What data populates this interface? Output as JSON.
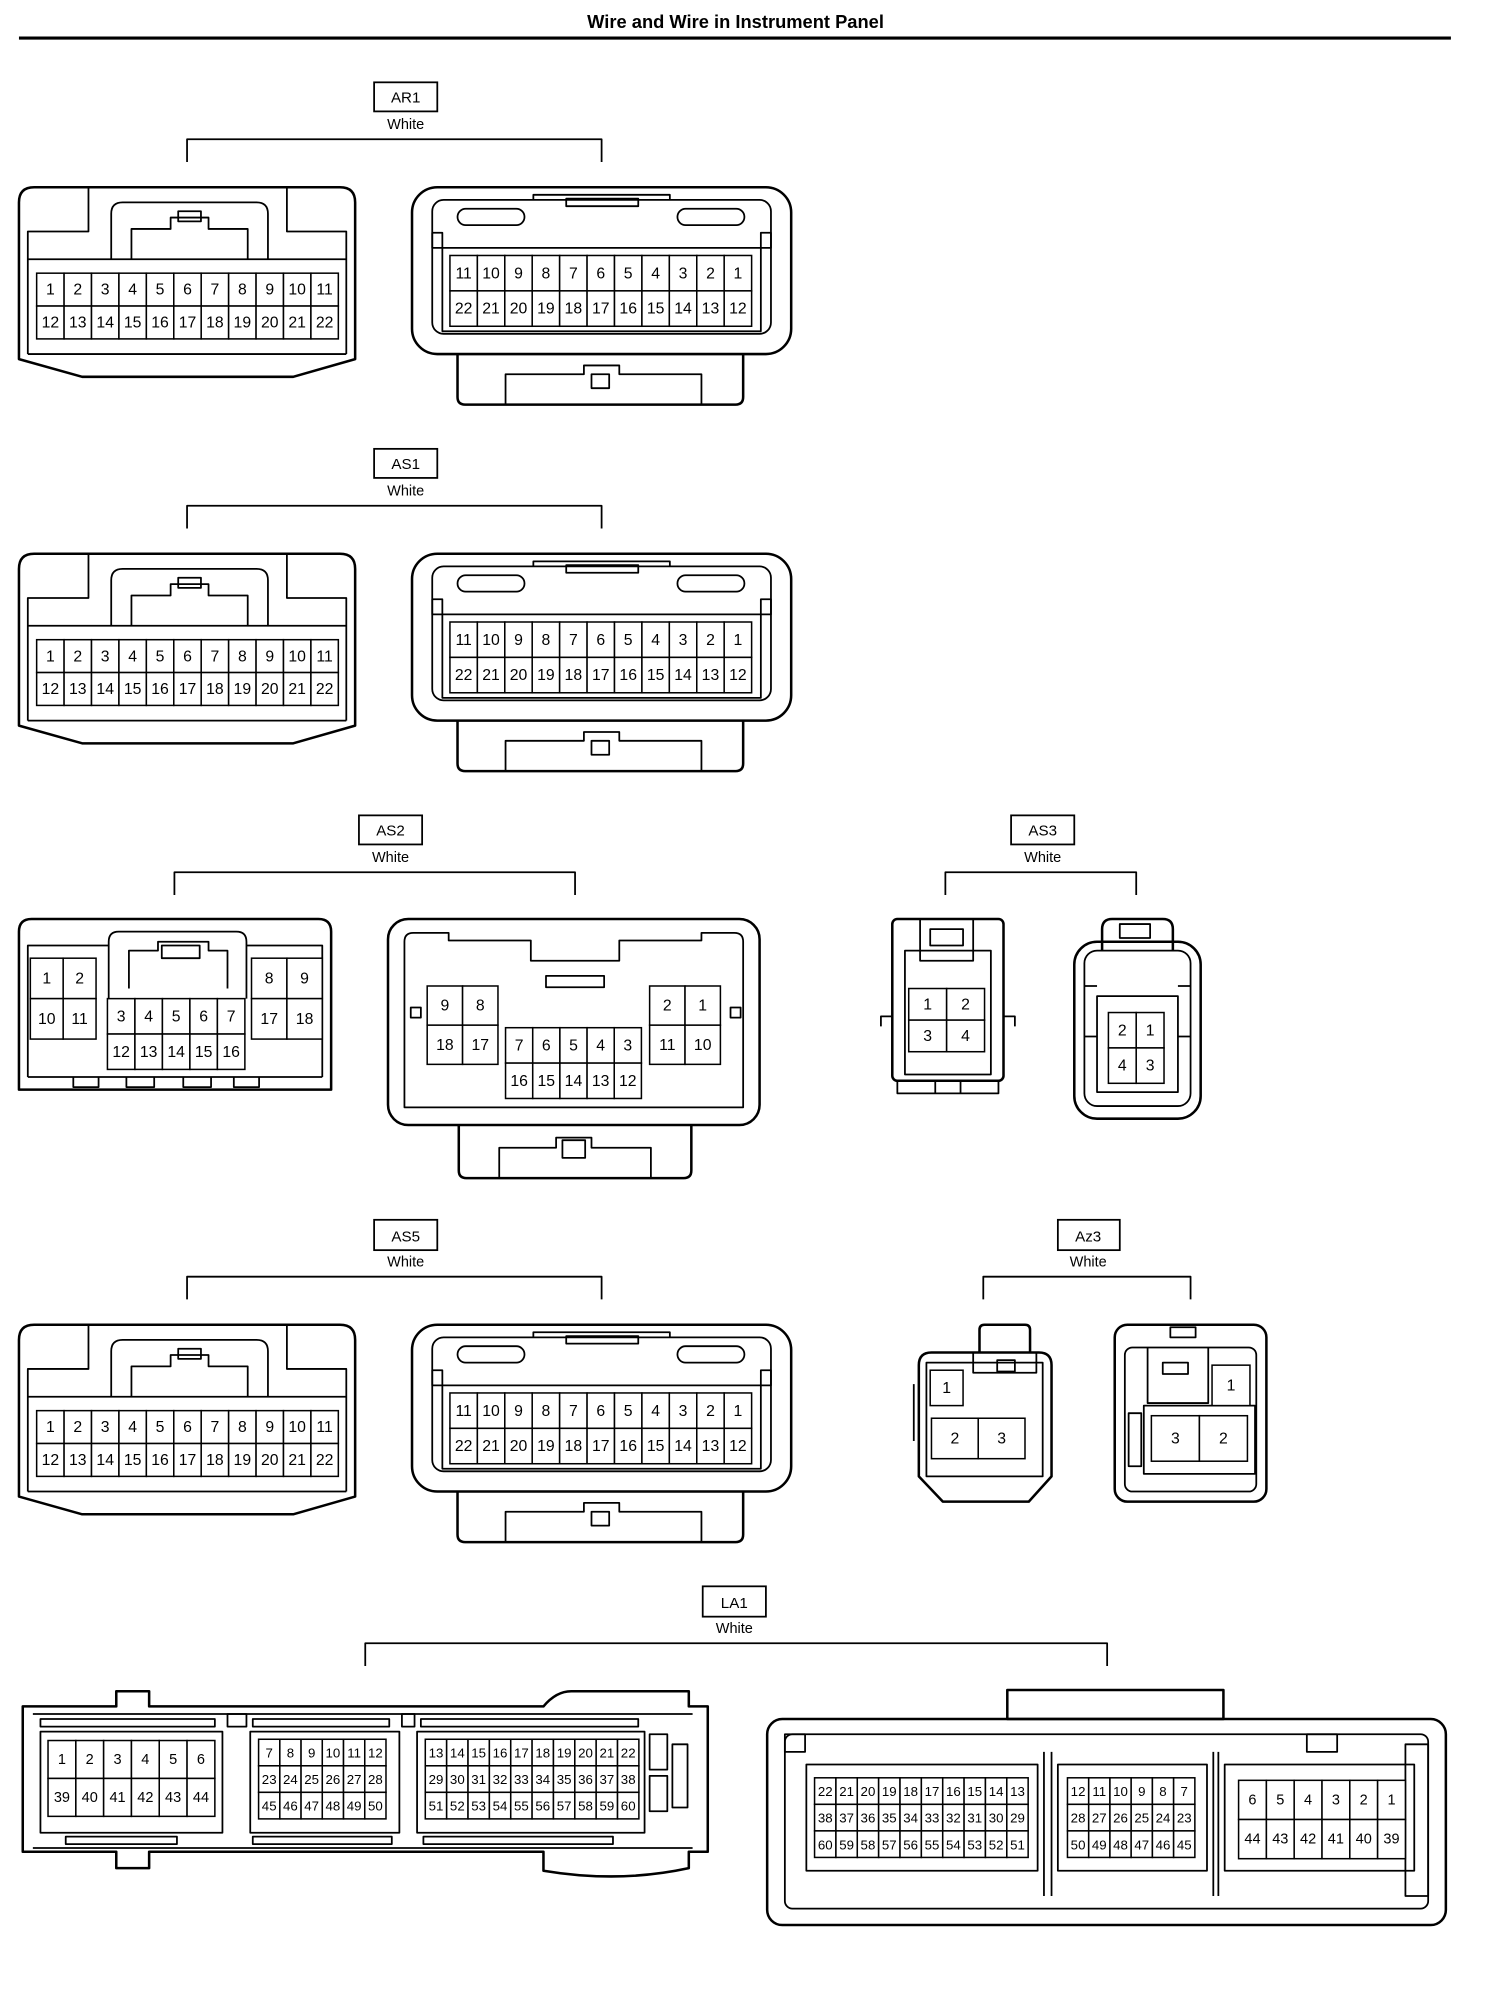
{
  "title": "Wire and Wire in Instrument Panel",
  "connectors": [
    {
      "code": "AR1",
      "color": "White",
      "views": [
        {
          "blocks": [
            {
              "rows": [
                [
                  "1",
                  "2",
                  "3",
                  "4",
                  "5",
                  "6",
                  "7",
                  "8",
                  "9",
                  "10",
                  "11"
                ],
                [
                  "12",
                  "13",
                  "14",
                  "15",
                  "16",
                  "17",
                  "18",
                  "19",
                  "20",
                  "21",
                  "22"
                ]
              ]
            }
          ]
        },
        {
          "blocks": [
            {
              "rows": [
                [
                  "11",
                  "10",
                  "9",
                  "8",
                  "7",
                  "6",
                  "5",
                  "4",
                  "3",
                  "2",
                  "1"
                ],
                [
                  "22",
                  "21",
                  "20",
                  "19",
                  "18",
                  "17",
                  "16",
                  "15",
                  "14",
                  "13",
                  "12"
                ]
              ]
            }
          ]
        }
      ]
    },
    {
      "code": "AS1",
      "color": "White",
      "views": [
        {
          "blocks": [
            {
              "rows": [
                [
                  "1",
                  "2",
                  "3",
                  "4",
                  "5",
                  "6",
                  "7",
                  "8",
                  "9",
                  "10",
                  "11"
                ],
                [
                  "12",
                  "13",
                  "14",
                  "15",
                  "16",
                  "17",
                  "18",
                  "19",
                  "20",
                  "21",
                  "22"
                ]
              ]
            }
          ]
        },
        {
          "blocks": [
            {
              "rows": [
                [
                  "11",
                  "10",
                  "9",
                  "8",
                  "7",
                  "6",
                  "5",
                  "4",
                  "3",
                  "2",
                  "1"
                ],
                [
                  "22",
                  "21",
                  "20",
                  "19",
                  "18",
                  "17",
                  "16",
                  "15",
                  "14",
                  "13",
                  "12"
                ]
              ]
            }
          ]
        }
      ]
    },
    {
      "code": "AS2",
      "color": "White",
      "views": [
        {
          "blocks": [
            {
              "rows": [
                [
                  "1",
                  "2"
                ],
                [
                  "10",
                  "11"
                ]
              ]
            },
            {
              "rows": [
                [
                  "3",
                  "4",
                  "5",
                  "6",
                  "7"
                ],
                [
                  "12",
                  "13",
                  "14",
                  "15",
                  "16"
                ]
              ]
            },
            {
              "rows": [
                [
                  "8",
                  "9"
                ],
                [
                  "17",
                  "18"
                ]
              ]
            }
          ]
        },
        {
          "blocks": [
            {
              "rows": [
                [
                  "9",
                  "8"
                ],
                [
                  "18",
                  "17"
                ]
              ]
            },
            {
              "rows": [
                [
                  "7",
                  "6",
                  "5",
                  "4",
                  "3"
                ],
                [
                  "16",
                  "15",
                  "14",
                  "13",
                  "12"
                ]
              ]
            },
            {
              "rows": [
                [
                  "2",
                  "1"
                ],
                [
                  "11",
                  "10"
                ]
              ]
            }
          ]
        }
      ]
    },
    {
      "code": "AS3",
      "color": "White",
      "views": [
        {
          "blocks": [
            {
              "rows": [
                [
                  "1",
                  "2"
                ],
                [
                  "3",
                  "4"
                ]
              ]
            }
          ]
        },
        {
          "blocks": [
            {
              "rows": [
                [
                  "2",
                  "1"
                ],
                [
                  "4",
                  "3"
                ]
              ]
            }
          ]
        }
      ]
    },
    {
      "code": "AS5",
      "color": "White",
      "views": [
        {
          "blocks": [
            {
              "rows": [
                [
                  "1",
                  "2",
                  "3",
                  "4",
                  "5",
                  "6",
                  "7",
                  "8",
                  "9",
                  "10",
                  "11"
                ],
                [
                  "12",
                  "13",
                  "14",
                  "15",
                  "16",
                  "17",
                  "18",
                  "19",
                  "20",
                  "21",
                  "22"
                ]
              ]
            }
          ]
        },
        {
          "blocks": [
            {
              "rows": [
                [
                  "11",
                  "10",
                  "9",
                  "8",
                  "7",
                  "6",
                  "5",
                  "4",
                  "3",
                  "2",
                  "1"
                ],
                [
                  "22",
                  "21",
                  "20",
                  "19",
                  "18",
                  "17",
                  "16",
                  "15",
                  "14",
                  "13",
                  "12"
                ]
              ]
            }
          ]
        }
      ]
    },
    {
      "code": "Az3",
      "color": "White",
      "views": [
        {
          "blocks": [
            {
              "rows": [
                [
                  "1"
                ]
              ]
            },
            {
              "rows": [
                [
                  "2",
                  "3"
                ]
              ]
            }
          ]
        },
        {
          "blocks": [
            {
              "rows": [
                [
                  "1"
                ]
              ]
            },
            {
              "rows": [
                [
                  "3",
                  "2"
                ]
              ]
            }
          ]
        }
      ]
    },
    {
      "code": "LA1",
      "color": "White",
      "views": [
        {
          "blocks": [
            {
              "rows": [
                [
                  "1",
                  "2",
                  "3",
                  "4",
                  "5",
                  "6"
                ],
                [
                  "39",
                  "40",
                  "41",
                  "42",
                  "43",
                  "44"
                ]
              ]
            },
            {
              "rows": [
                [
                  "7",
                  "8",
                  "9",
                  "10",
                  "11",
                  "12"
                ],
                [
                  "23",
                  "24",
                  "25",
                  "26",
                  "27",
                  "28"
                ],
                [
                  "45",
                  "46",
                  "47",
                  "48",
                  "49",
                  "50"
                ]
              ]
            },
            {
              "rows": [
                [
                  "13",
                  "14",
                  "15",
                  "16",
                  "17",
                  "18",
                  "19",
                  "20",
                  "21",
                  "22"
                ],
                [
                  "29",
                  "30",
                  "31",
                  "32",
                  "33",
                  "34",
                  "35",
                  "36",
                  "37",
                  "38"
                ],
                [
                  "51",
                  "52",
                  "53",
                  "54",
                  "55",
                  "56",
                  "57",
                  "58",
                  "59",
                  "60"
                ]
              ]
            }
          ]
        },
        {
          "blocks": [
            {
              "rows": [
                [
                  "22",
                  "21",
                  "20",
                  "19",
                  "18",
                  "17",
                  "16",
                  "15",
                  "14",
                  "13"
                ],
                [
                  "38",
                  "37",
                  "36",
                  "35",
                  "34",
                  "33",
                  "32",
                  "31",
                  "30",
                  "29"
                ],
                [
                  "60",
                  "59",
                  "58",
                  "57",
                  "56",
                  "55",
                  "54",
                  "53",
                  "52",
                  "51"
                ]
              ]
            },
            {
              "rows": [
                [
                  "12",
                  "11",
                  "10",
                  "9",
                  "8",
                  "7"
                ],
                [
                  "28",
                  "27",
                  "26",
                  "25",
                  "24",
                  "23"
                ],
                [
                  "50",
                  "49",
                  "48",
                  "47",
                  "46",
                  "45"
                ]
              ]
            },
            {
              "rows": [
                [
                  "6",
                  "5",
                  "4",
                  "3",
                  "2",
                  "1"
                ],
                [
                  "44",
                  "43",
                  "42",
                  "41",
                  "40",
                  "39"
                ]
              ]
            }
          ]
        }
      ]
    }
  ]
}
